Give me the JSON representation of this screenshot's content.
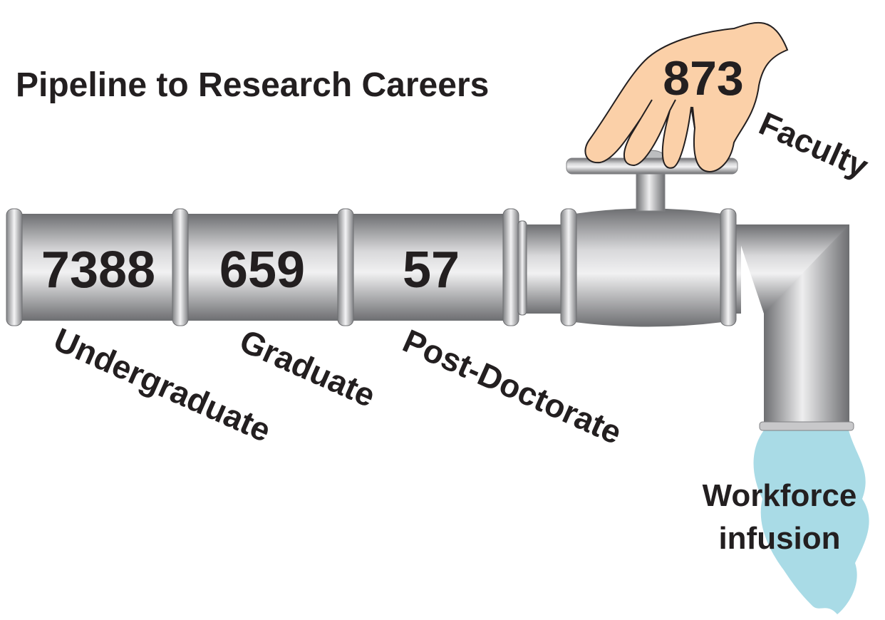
{
  "title": "Pipeline to Research Careers",
  "stages": [
    {
      "label": "Undergraduate",
      "count": "7388"
    },
    {
      "label": "Graduate",
      "count": "659"
    },
    {
      "label": "Post-Doctorate",
      "count": "57"
    },
    {
      "label": "Faculty",
      "count": "873"
    }
  ],
  "outflow": {
    "line1": "Workforce",
    "line2": "infusion"
  },
  "colors": {
    "pipe_dark": "#6d6e71",
    "pipe_light": "#f1f1f2",
    "skin": "#fbd0a8",
    "water": "#a9dbe6",
    "text": "#231f20"
  }
}
